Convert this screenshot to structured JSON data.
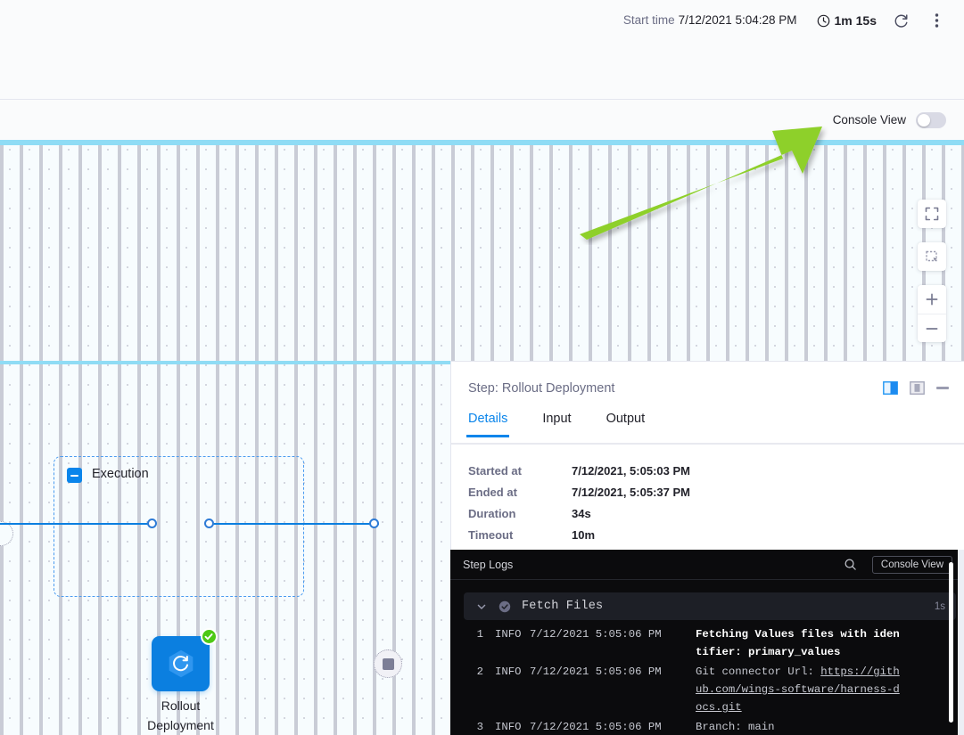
{
  "header": {
    "start_time_label": "Start time",
    "start_time_value": "7/12/2021 5:04:28 PM",
    "duration_value": "1m 15s",
    "clock_icon": "clock-icon",
    "refresh_icon": "refresh-icon",
    "more_icon": "more-vertical-icon"
  },
  "toolbar": {
    "console_view_label": "Console View",
    "console_view_state": "off"
  },
  "canvas": {
    "controls": [
      {
        "name": "fit-to-screen-button",
        "icon": "fit-screen-icon"
      },
      {
        "name": "select-area-button",
        "icon": "dashed-select-icon"
      },
      {
        "name": "zoom-in-button",
        "icon": "plus-icon"
      },
      {
        "name": "zoom-out-button",
        "icon": "minus-icon"
      }
    ],
    "group": {
      "title": "Execution",
      "collapse_icon": "minus-square-icon"
    },
    "step_node": {
      "label_line1": "Rollout",
      "label_line2": "Deployment",
      "icon": "rollout-deployment-icon",
      "status": "success",
      "status_icon": "check-circle-icon",
      "color": "#0b7fe0",
      "status_color": "#4dc915"
    },
    "end_node": {
      "icon": "stop-square-icon"
    },
    "annotation": {
      "type": "arrow",
      "color": "#8ed02a"
    }
  },
  "details_panel": {
    "title": "Step: Rollout Deployment",
    "layout_icons": [
      "split-right-layout-icon",
      "center-layout-icon"
    ],
    "minimize_icon": "minimize-icon",
    "tabs": [
      {
        "label": "Details",
        "active": true
      },
      {
        "label": "Input",
        "active": false
      },
      {
        "label": "Output",
        "active": false
      }
    ],
    "rows": [
      {
        "key": "Started at",
        "value": "7/12/2021, 5:05:03 PM"
      },
      {
        "key": "Ended at",
        "value": "7/12/2021, 5:05:37 PM"
      },
      {
        "key": "Duration",
        "value": "34s"
      },
      {
        "key": "Timeout",
        "value": "10m"
      }
    ]
  },
  "logs": {
    "title": "Step Logs",
    "search_icon": "search-icon",
    "console_view_button": "Console View",
    "section": {
      "name": "Fetch Files",
      "duration": "1s",
      "chevron_icon": "chevron-down-icon",
      "status_icon": "check-circle-filled-icon"
    },
    "lines": [
      {
        "no": "1",
        "level": "INFO",
        "time": "7/12/2021 5:05:06 PM",
        "message": "Fetching Values files with identifier: primary_values",
        "highlighted": true
      },
      {
        "no": "2",
        "level": "INFO",
        "time": "7/12/2021 5:05:06 PM",
        "message_prefix": "Git connector Url: ",
        "message_link": "https://github.com/wings-software/harness-docs.git",
        "highlighted": false
      },
      {
        "no": "3",
        "level": "INFO",
        "time": "7/12/2021 5:05:06 PM",
        "message": "Branch: main",
        "highlighted": false
      }
    ]
  }
}
